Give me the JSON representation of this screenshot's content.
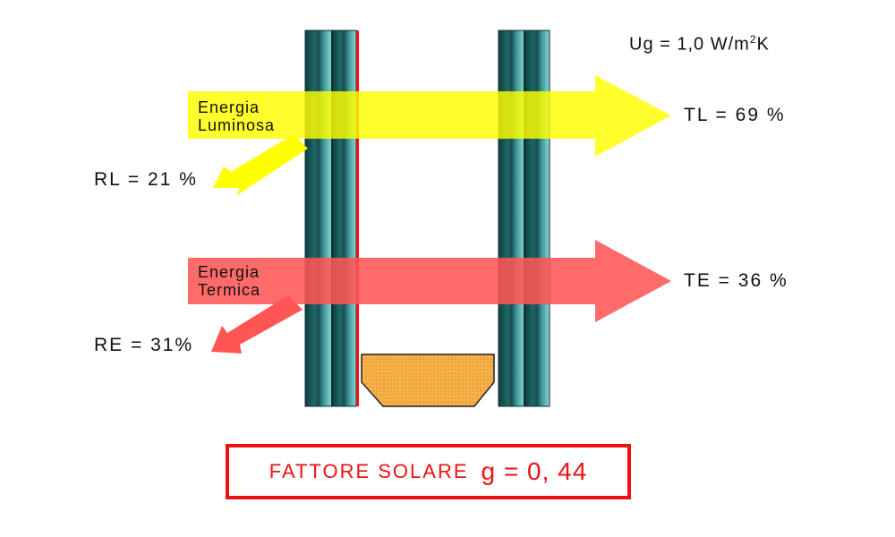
{
  "ug": {
    "prefix": "Ug = 1,0 W/m",
    "exponent": "2",
    "suffix": "K"
  },
  "light": {
    "label_line1": "Energia",
    "label_line2": "Luminosa",
    "transmitted": "TL = 69 %",
    "reflected": "RL = 21 %",
    "color": "#ffff00"
  },
  "thermal": {
    "label_line1": "Energia",
    "label_line2": "Termica",
    "transmitted": "TE = 36 %",
    "reflected": "RE = 31%",
    "color": "#ff5555"
  },
  "solar_factor": {
    "text": "FATTORE SOLARE",
    "value": "g = 0, 44",
    "color": "#ee1111"
  },
  "glass_color": "#2f9898",
  "spacer_color": "#f5b14a"
}
